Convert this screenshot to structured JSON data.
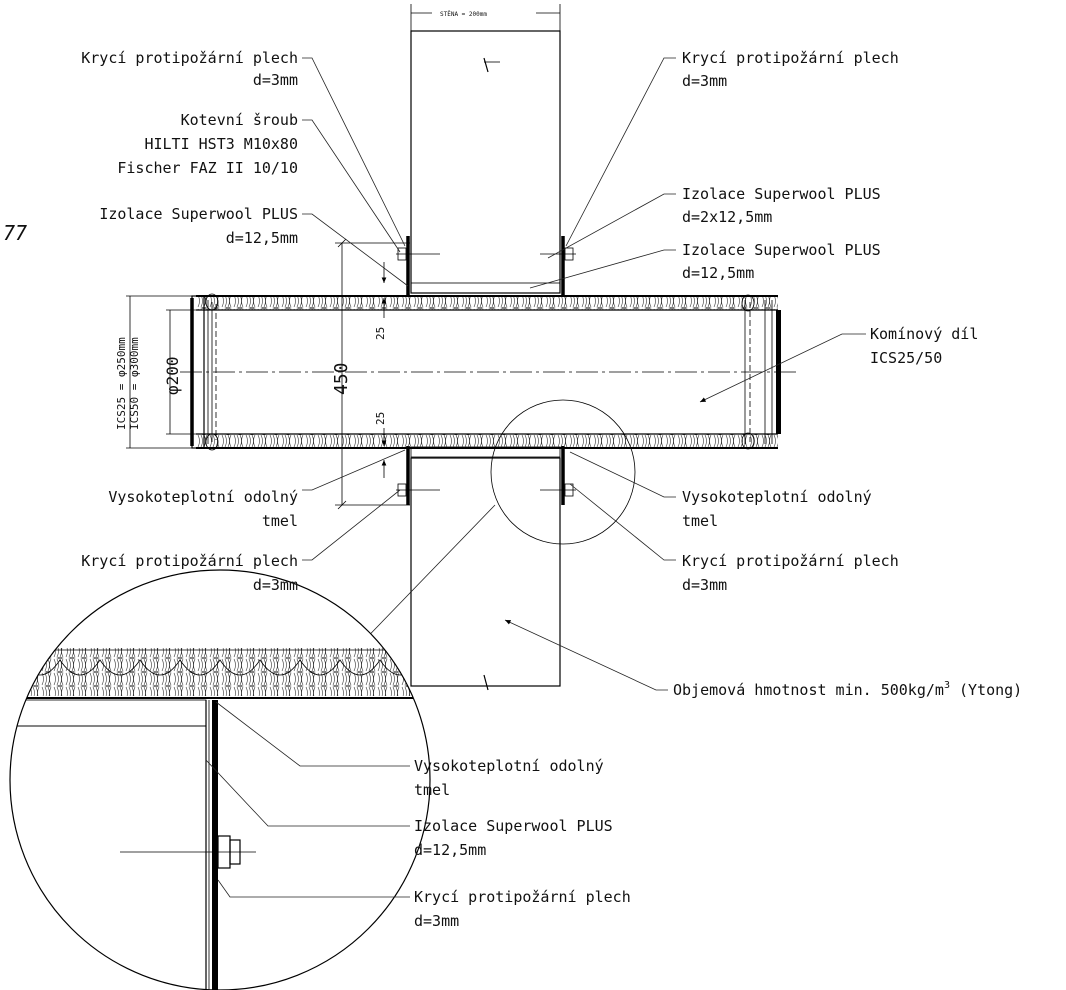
{
  "corner_mark": "77",
  "wall_dimension": "STĚNA = 200mm",
  "labels": {
    "left_top_plate": [
      "Krycí protipožární plech",
      "d=3mm"
    ],
    "left_anchor": [
      "Kotevní šroub",
      "HILTI HST3 M10x80",
      "Fischer FAZ II 10/10"
    ],
    "left_insulation": [
      "Izolace Superwool PLUS",
      "d=12,5mm"
    ],
    "left_sealant": [
      "Vysokoteplotní odolný",
      "tmel"
    ],
    "left_bottom_plate": [
      "Krycí protipožární plech",
      "d=3mm"
    ],
    "right_top_plate": [
      "Krycí protipožární plech",
      "d=3mm"
    ],
    "right_insulation_double": [
      "Izolace Superwool PLUS",
      "d=2x12,5mm"
    ],
    "right_insulation_single": [
      "Izolace Superwool PLUS",
      "d=12,5mm"
    ],
    "chimney_part": [
      "Komínový díl",
      "ICS25/50"
    ],
    "right_sealant": [
      "Vysokoteplotní odolný",
      "tmel"
    ],
    "right_bottom_plate": [
      "Krycí protipožární plech",
      "d=3mm"
    ],
    "density_prefix": "Objemová hmotnost min. 500kg/m",
    "density_exp": "3",
    "density_suffix": " (Ytong)",
    "detail_sealant": [
      "Vysokoteplotní odolný",
      "tmel"
    ],
    "detail_insulation": [
      "Izolace Superwool PLUS",
      "d=12,5mm"
    ],
    "detail_plate": [
      "Krycí protipožární plech",
      "d=3mm"
    ]
  },
  "dimensions": {
    "opening": "450",
    "gap_top": "25",
    "gap_bottom": "25",
    "inner_diameter": "φ200",
    "ics25": "ICS25 = φ250mm",
    "ics50": "ICS50 = φ300mm"
  }
}
